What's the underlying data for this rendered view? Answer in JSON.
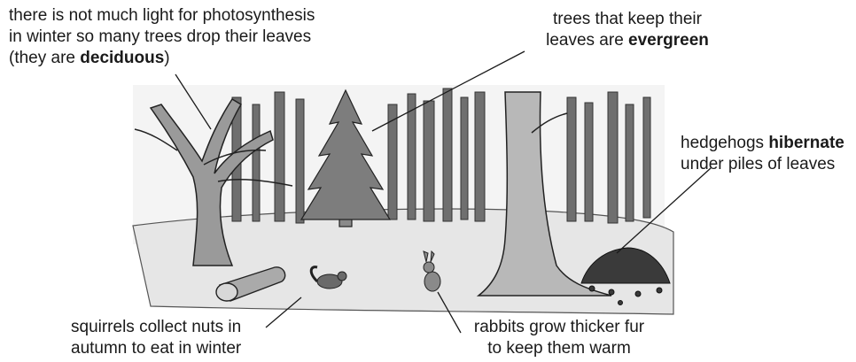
{
  "labels": {
    "deciduous": {
      "line1": "there is not much light for photosynthesis",
      "line2": "in winter so many trees drop their leaves",
      "line3_prefix": "(they are ",
      "line3_bold": "deciduous",
      "line3_suffix": ")"
    },
    "evergreen": {
      "line1": "trees that keep their",
      "line2_prefix": "leaves are ",
      "line2_bold": "evergreen"
    },
    "hedgehogs": {
      "line1_prefix": "hedgehogs ",
      "line1_bold": "hibernate",
      "line2": "under piles of leaves"
    },
    "squirrels": {
      "line1": "squirrels collect nuts in",
      "line2": "autumn to eat in winter"
    },
    "rabbits": {
      "line1": "rabbits grow thicker fur",
      "line2": "to keep them warm"
    }
  },
  "colors": {
    "ink": "#1a1a1a",
    "tree_fill": "#8a8a8a",
    "background_trees": "#6e6e6e",
    "ground": "#e4e4e4",
    "leaf_pile": "#3a3a3a"
  }
}
